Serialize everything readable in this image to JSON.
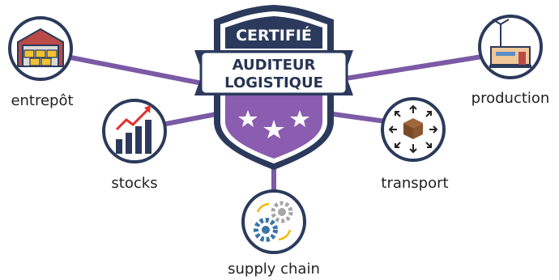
{
  "badge": {
    "top_text": "CERTIFIÉ",
    "line1": "AUDITEUR",
    "line2": "LOGISTIQUE"
  },
  "nodes": {
    "warehouse": {
      "label": "entrepôt",
      "icon": "warehouse-icon"
    },
    "stocks": {
      "label": "stocks",
      "icon": "bar-chart-rising-icon"
    },
    "supply_chain": {
      "label": "supply chain",
      "icon": "gears-icon"
    },
    "transport": {
      "label": "transport",
      "icon": "box-arrows-icon"
    },
    "production": {
      "label": "production",
      "icon": "factory-wind-turbine-icon"
    }
  },
  "colors": {
    "navy": "#2b3a5c",
    "purple": "#8a5db0",
    "connector": "#7b5aa6",
    "white": "#ffffff"
  }
}
